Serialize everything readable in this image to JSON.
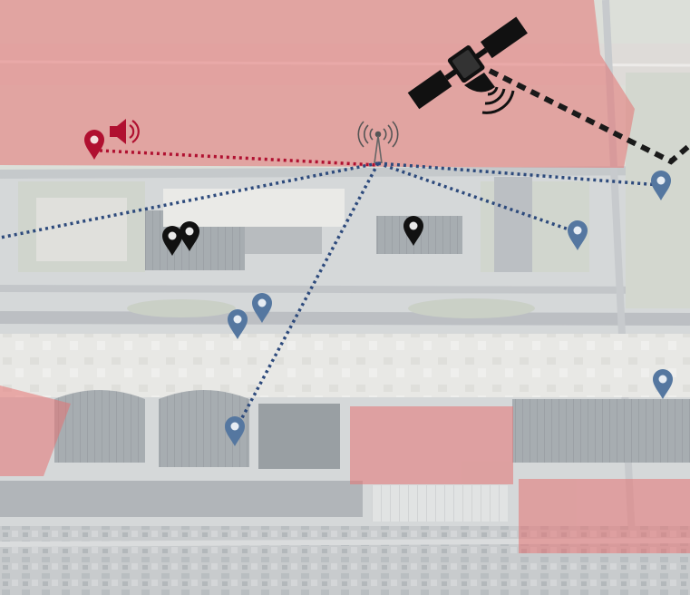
{
  "scene": {
    "background": "aerial-airport-photo",
    "colors": {
      "restricted_zone": "#e57373",
      "alert_link": "#b01030",
      "network_link": "#2d4a7c",
      "satellite_link": "#1a1a1a",
      "pin_black": "#111111",
      "pin_blue": "#5577a0",
      "pin_red": "#b01030"
    },
    "icons": {
      "antenna": "antenna-icon",
      "satellite": "satellite-icon",
      "speaker": "speaker-icon",
      "pin": "map-pin-icon"
    },
    "restricted_zone_count": 5,
    "pins": {
      "red_alert": 1,
      "black_unconnected": 3,
      "blue_connected": 6
    }
  }
}
